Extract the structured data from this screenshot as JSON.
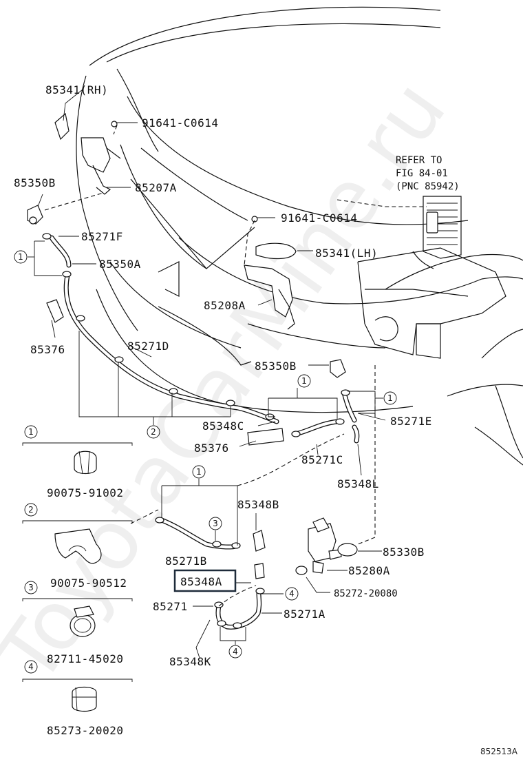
{
  "watermark": "ToyotaCarMine.ru",
  "diagram_code": "852513A",
  "refer_note": [
    "REFER TO",
    "FIG 84-01",
    "(PNC 85942)"
  ],
  "labels": {
    "p85341rh": "85341(RH)",
    "p91641a": "91641-C0614",
    "p85350b_top": "85350B",
    "p85207a": "85207A",
    "p91641b": "91641-C0614",
    "p85271f": "85271F",
    "p85341lh": "85341(LH)",
    "p85350a": "85350A",
    "p85208a": "85208A",
    "p85376_left": "85376",
    "p85271d": "85271D",
    "p85350b_mid": "85350B",
    "p85348c": "85348C",
    "p85271e": "85271E",
    "p85376_mid": "85376",
    "p85271c": "85271C",
    "p85348l": "85348L",
    "p85348b": "85348B",
    "p85271b": "85271B",
    "p85330b": "85330B",
    "p85348a": "85348A",
    "p85280a": "85280A",
    "p85272": "85272-20080",
    "p85271": "85271",
    "p85271a": "85271A",
    "p85348k": "85348K"
  },
  "callouts": {
    "c1_left": "1",
    "c1_mid": "1",
    "c1_right": "1",
    "c1_lower": "1",
    "c2": "2",
    "c3": "3",
    "c4_right": "4",
    "c4_bottom": "4"
  },
  "legend": [
    {
      "num": "1",
      "part": "90075-91002"
    },
    {
      "num": "2",
      "part": "90075-90512"
    },
    {
      "num": "3",
      "part": "82711-45020"
    },
    {
      "num": "4",
      "part": "85273-20020"
    }
  ],
  "highlight_color": "#1e2b3a"
}
